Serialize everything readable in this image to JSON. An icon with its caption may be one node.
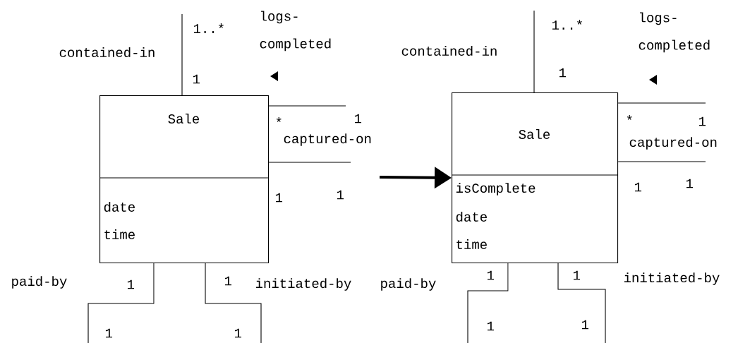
{
  "diagram": {
    "nodes": [
      {
        "text": [
          "Sale",
          "date",
          "time"
        ]
      },
      {
        "text": [
          "Sale",
          "isComplete",
          "date",
          "time"
        ]
      }
    ],
    "edges": [
      {
        "from": 0,
        "to": null,
        "arrow": "none"
      },
      {
        "from": 0,
        "to": null,
        "arrow": "none"
      },
      {
        "from": 0,
        "to": null,
        "arrow": "none"
      },
      {
        "from": 0,
        "to": null,
        "arrow": "none"
      },
      {
        "from": 0,
        "to": null,
        "arrow": "none"
      },
      {
        "from": 1,
        "to": null,
        "arrow": "none"
      },
      {
        "from": 1,
        "to": null,
        "arrow": "none"
      },
      {
        "from": 1,
        "to": null,
        "arrow": "none"
      },
      {
        "from": 1,
        "to": null,
        "arrow": "none"
      },
      {
        "from": 1,
        "to": null,
        "arrow": "none"
      },
      {
        "from": null,
        "to": 1,
        "arrow": "to",
        "style": "thick"
      }
    ],
    "labels": [
      "contained-in",
      "1..*",
      "1",
      "logs- completed",
      "*",
      "1",
      "captured-on",
      "1",
      "1",
      "paid-by",
      "1",
      "1",
      "initiated-by",
      "1",
      "1",
      "contained-in",
      "1..*",
      "1",
      "logs- completed",
      "*",
      "1",
      "captured-on",
      "1",
      "1",
      "paid-by",
      "1",
      "1",
      "initiated-by",
      "1",
      "1"
    ]
  }
}
